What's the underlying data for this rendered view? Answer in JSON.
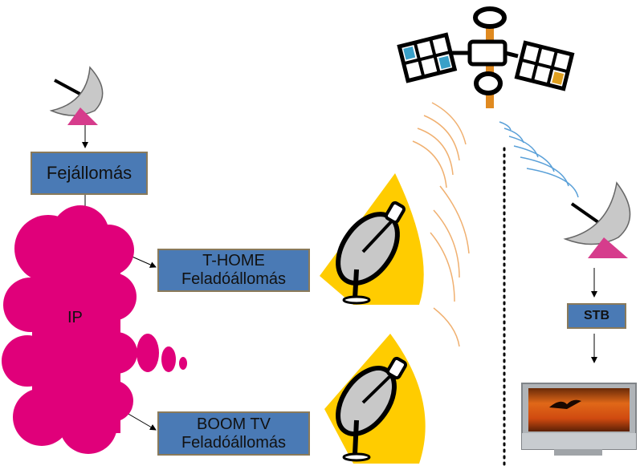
{
  "boxes": {
    "fejallomas": "Fejállomás",
    "thome_line1": "T-HOME",
    "thome_line2": "Feladóállomás",
    "boom_line1": "BOOM TV",
    "boom_line2": "Feladóállomás",
    "stb": "STB"
  },
  "cloud": {
    "label": "IP",
    "color": "#e0007a"
  },
  "colors": {
    "box_fill": "#4a7ab5",
    "box_border": "#8a7a5a",
    "dish_panel": "#ffcc00",
    "dish_gray": "#c8c8c8",
    "feed_pink": "#d63c8c",
    "signal_orange": "#f0b070",
    "signal_blue": "#5aa0d8",
    "tv_screen": "#d05010"
  },
  "icons": [
    "satellite-icon",
    "dish-icon",
    "tv-icon"
  ]
}
